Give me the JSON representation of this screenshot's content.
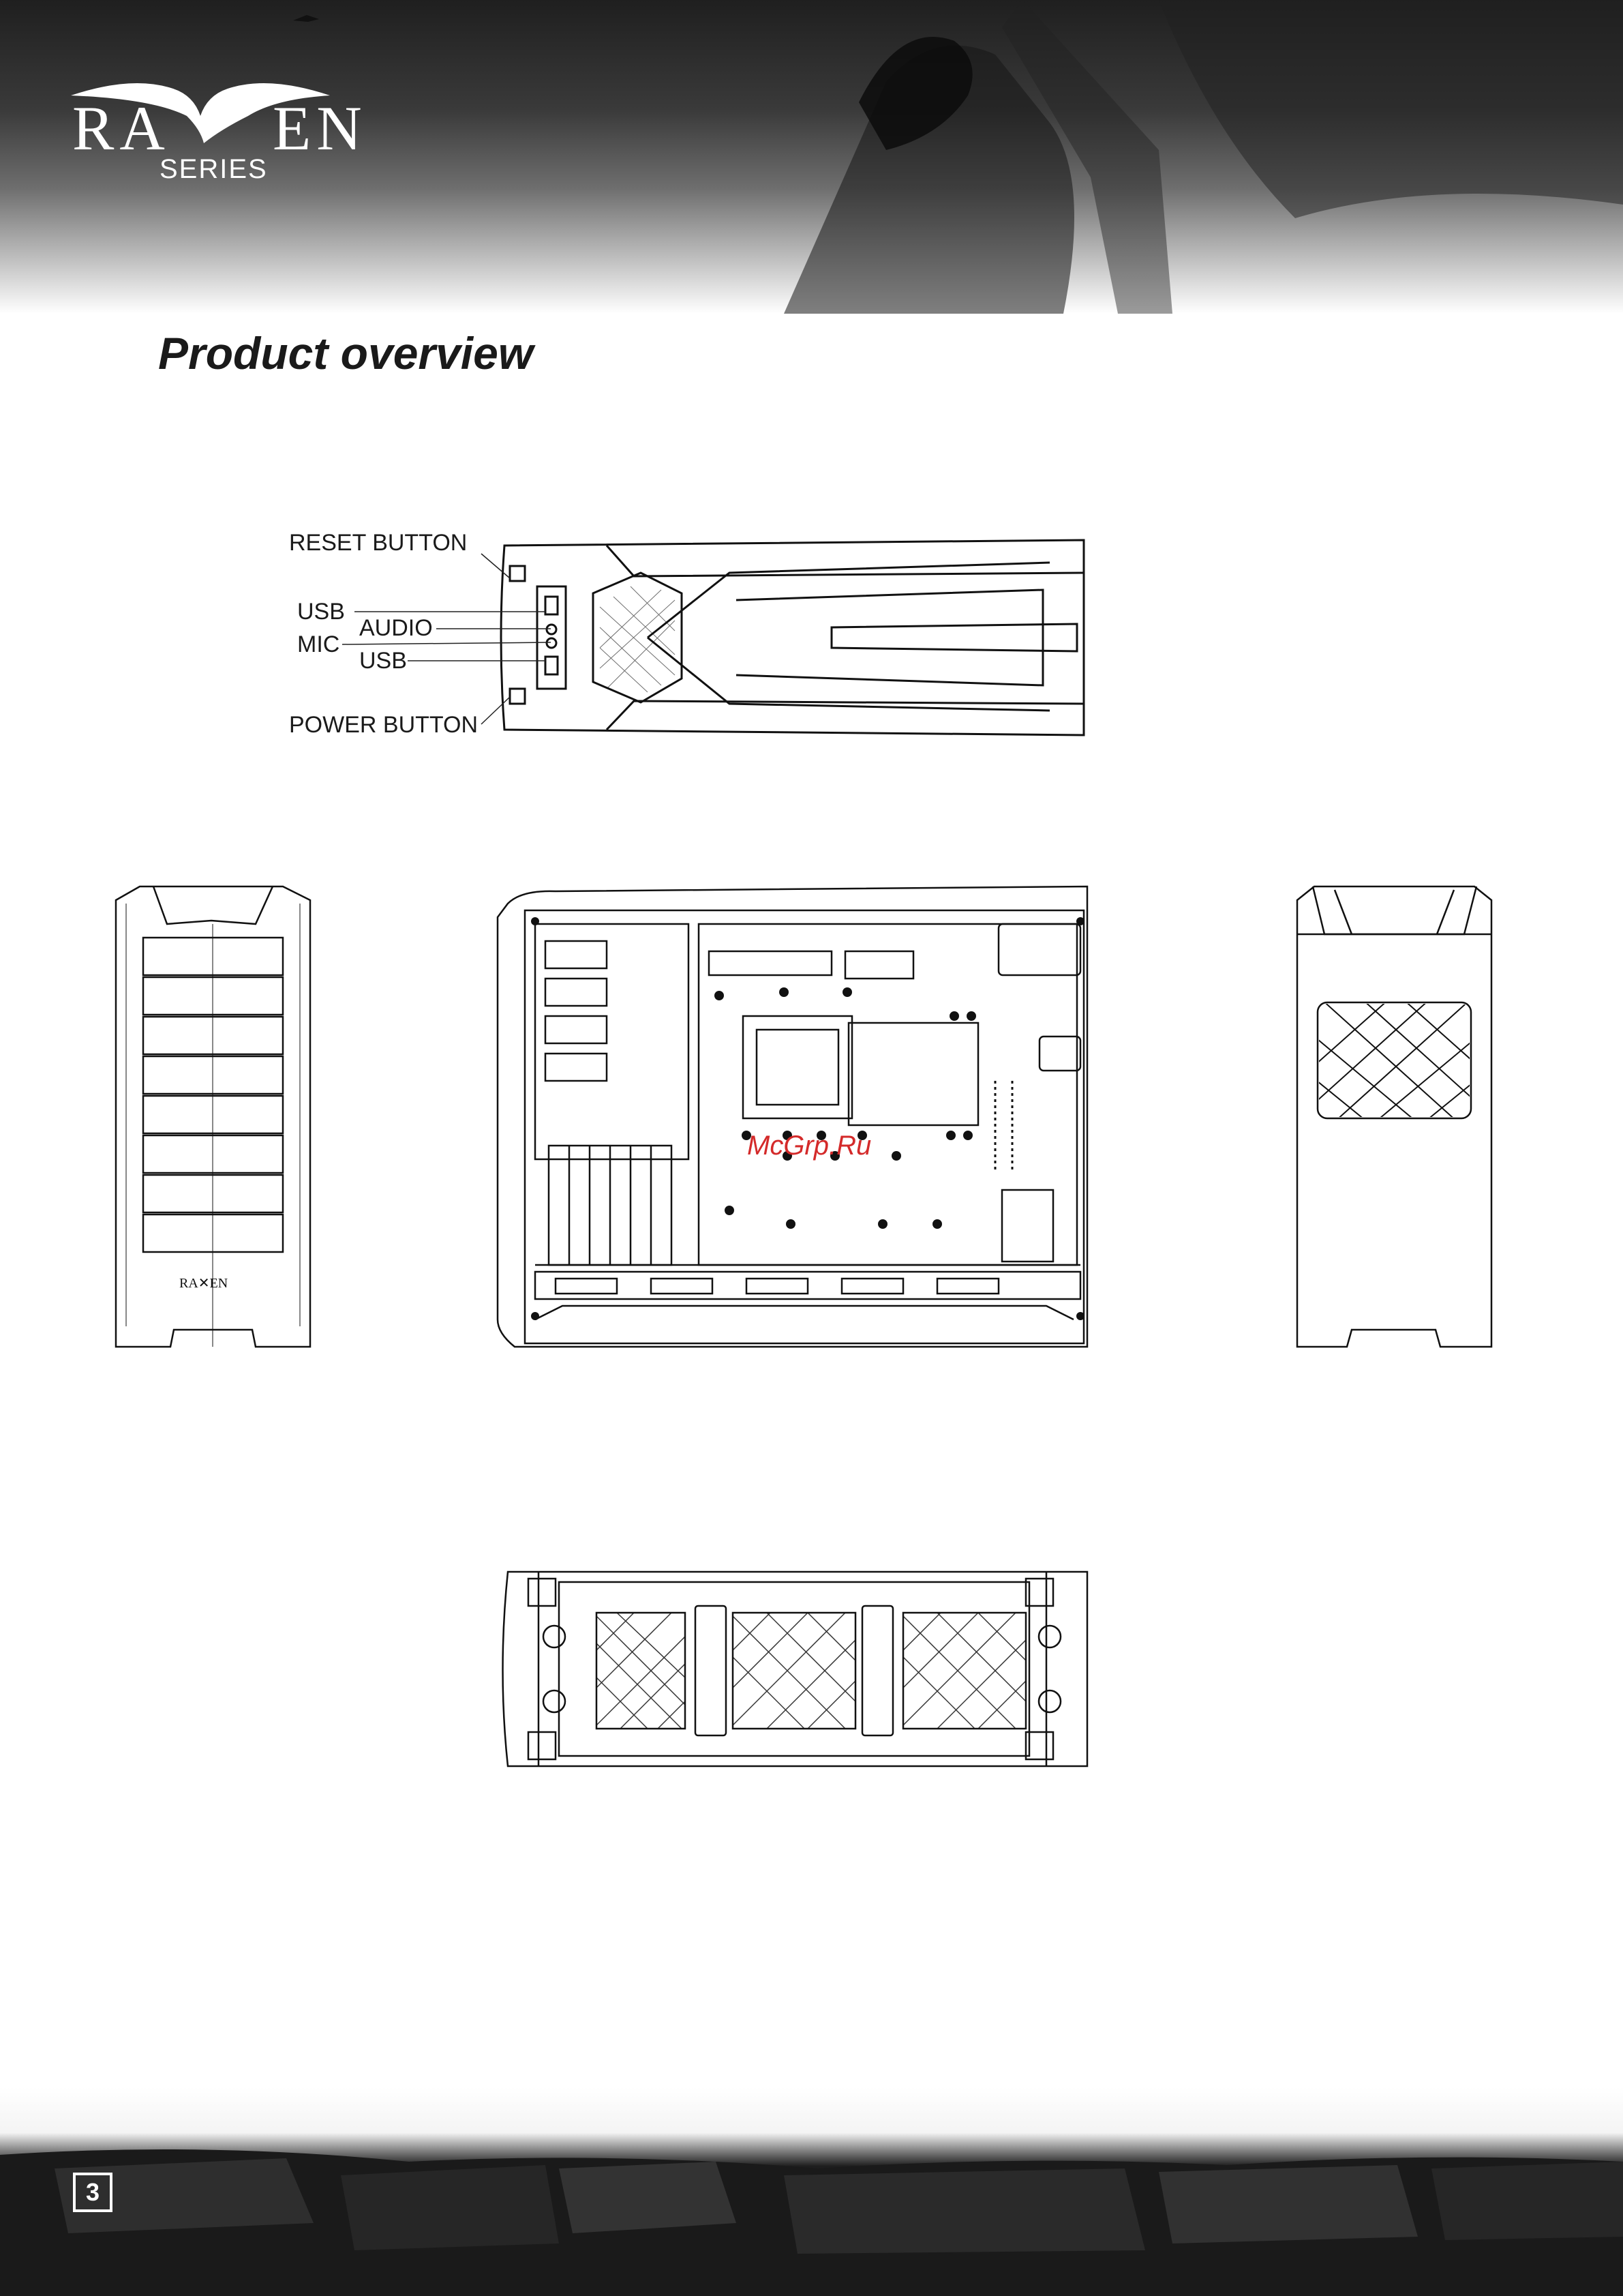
{
  "header": {
    "logo_left": "RA",
    "logo_right": "EN",
    "logo_series": "SERIES"
  },
  "page": {
    "title": "Product overview",
    "number": "3"
  },
  "callouts": {
    "reset_button": "RESET BUTTON",
    "usb_top": "USB",
    "audio": "AUDIO",
    "mic": "MIC",
    "usb_bottom": "USB",
    "power_button": "POWER BUTTON"
  },
  "watermark": "McGrp.Ru"
}
